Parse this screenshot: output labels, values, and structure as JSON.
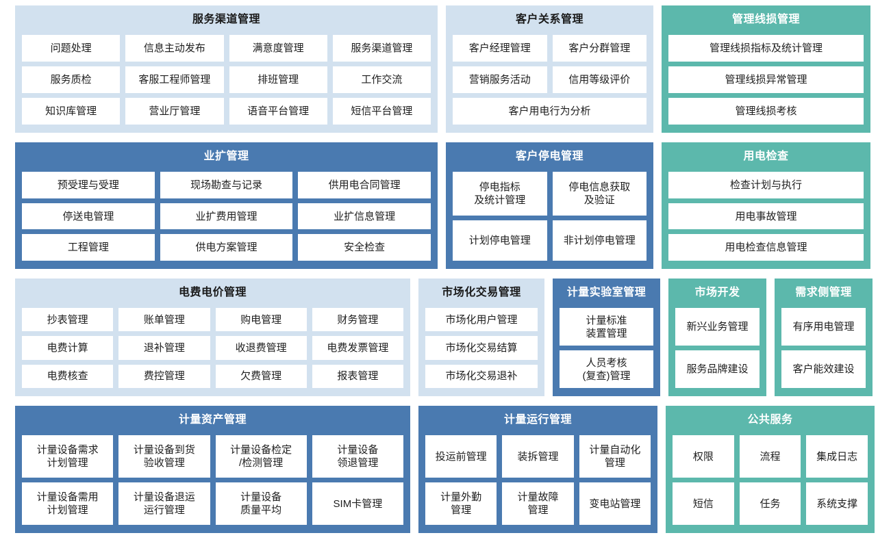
{
  "colors": {
    "light_panel": "#d2e1ef",
    "blue_panel": "#4a7ab0",
    "teal_panel": "#5cb8ac",
    "tile": "#ffffff",
    "page_background": "#ffffff"
  },
  "rows": [
    {
      "panels": [
        {
          "title": "服务渠道管理",
          "theme": "light",
          "tile_rows": [
            [
              "问题处理",
              "信息主动发布",
              "满意度管理",
              "服务渠道管理"
            ],
            [
              "服务质检",
              "客服工程师管理",
              "排班管理",
              "工作交流"
            ],
            [
              "知识库管理",
              "营业厅管理",
              "语音平台管理",
              "短信平台管理"
            ]
          ]
        },
        {
          "title": "客户关系管理",
          "theme": "light",
          "tile_rows": [
            [
              "客户经理管理",
              "客户分群管理"
            ],
            [
              "营销服务活动",
              "信用等级评价"
            ],
            [
              "客户用电行为分析"
            ]
          ]
        },
        {
          "title": "管理线损管理",
          "theme": "teal",
          "tile_rows": [
            [
              "管理线损指标及统计管理"
            ],
            [
              "管理线损异常管理"
            ],
            [
              "管理线损考核"
            ]
          ]
        }
      ]
    },
    {
      "panels": [
        {
          "title": "业扩管理",
          "theme": "blue",
          "tile_rows": [
            [
              "预受理与受理",
              "现场勘查与记录",
              "供用电合同管理"
            ],
            [
              "停送电管理",
              "业扩费用管理",
              "业扩信息管理"
            ],
            [
              "工程管理",
              "供电方案管理",
              "安全检查"
            ]
          ]
        },
        {
          "title": "客户停电管理",
          "theme": "blue",
          "tall": true,
          "tile_rows": [
            [
              "停电指标\n及统计管理",
              "停电信息获取\n及验证"
            ],
            [
              "计划停电管理",
              "非计划停电管理"
            ]
          ]
        },
        {
          "title": "用电检查",
          "theme": "teal",
          "tile_rows": [
            [
              "检查计划与执行"
            ],
            [
              "用电事故管理"
            ],
            [
              "用电检查信息管理"
            ]
          ]
        }
      ]
    },
    {
      "panels": [
        {
          "title": "电费电价管理",
          "theme": "light",
          "tile_rows": [
            [
              "抄表管理",
              "账单管理",
              "购电管理",
              "财务管理"
            ],
            [
              "电费计算",
              "退补管理",
              "收退费管理",
              "电费发票管理"
            ],
            [
              "电费核查",
              "费控管理",
              "欠费管理",
              "报表管理"
            ]
          ]
        },
        {
          "title": "市场化交易管理",
          "theme": "light",
          "tile_rows": [
            [
              "市场化用户管理"
            ],
            [
              "市场化交易结算"
            ],
            [
              "市场化交易退补"
            ]
          ]
        },
        {
          "title": "计量实验室管理",
          "theme": "blue",
          "tall": true,
          "tile_rows": [
            [
              "计量标准\n装置管理"
            ],
            [
              "人员考核\n(复查)管理"
            ]
          ]
        },
        {
          "title": "市场开发",
          "theme": "teal",
          "tall": true,
          "tile_rows": [
            [
              "新兴业务管理"
            ],
            [
              "服务品牌建设"
            ]
          ]
        },
        {
          "title": "需求侧管理",
          "theme": "teal",
          "tall": true,
          "tile_rows": [
            [
              "有序用电管理"
            ],
            [
              "客户能效建设"
            ]
          ]
        }
      ]
    },
    {
      "panels": [
        {
          "title": "计量资产管理",
          "theme": "blue",
          "tall": true,
          "tile_rows": [
            [
              "计量设备需求\n计划管理",
              "计量设备到货\n验收管理",
              "计量设备检定\n/检测管理",
              "计量设备\n领退管理"
            ],
            [
              "计量设备需用\n计划管理",
              "计量设备退运\n运行管理",
              "计量设备\n质量平均",
              "SIM卡管理"
            ]
          ]
        },
        {
          "title": "计量运行管理",
          "theme": "blue",
          "tall": true,
          "tile_rows": [
            [
              "投运前管理",
              "装拆管理",
              "计量自动化\n管理"
            ],
            [
              "计量外勤\n管理",
              "计量故障\n管理",
              "变电站管理"
            ]
          ]
        },
        {
          "title": "公共服务",
          "theme": "teal",
          "tall": true,
          "tile_rows": [
            [
              "权限",
              "流程",
              "集成日志"
            ],
            [
              "短信",
              "任务",
              "系统支撑"
            ]
          ]
        }
      ]
    }
  ]
}
